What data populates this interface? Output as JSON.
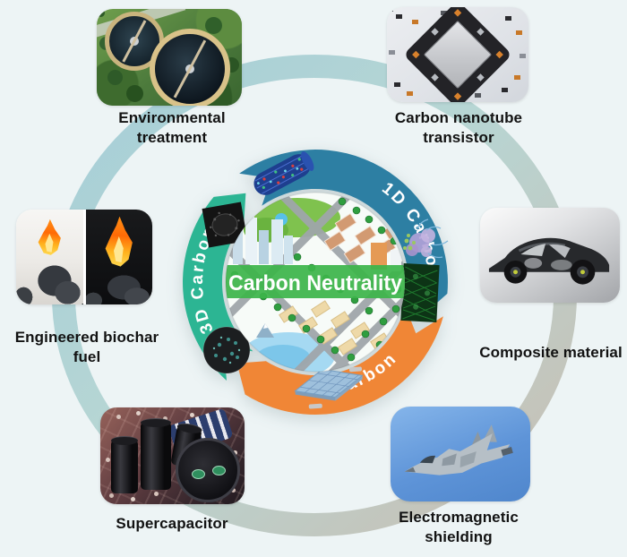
{
  "figure": {
    "background_color": "#edf4f5",
    "center": {
      "title": "Carbon Neutrality",
      "banner_color": "#3cb54a",
      "illustration": "isometric-green-city"
    },
    "cycle": [
      {
        "label": "1D Carbon",
        "color": "#2d7fa3",
        "decorations": [
          "carbon-nanotube-render",
          "nanotube-bundle"
        ]
      },
      {
        "label": "2D Carbon",
        "color": "#f08636",
        "decorations": [
          "graphene-mesh",
          "graphene-sheet"
        ]
      },
      {
        "label": "3D Carbon",
        "color": "#2cb593",
        "decorations": [
          "porous-carbon-sem",
          "porous-carbon-sphere"
        ]
      }
    ],
    "ring": {
      "start_color": "#a4ced8",
      "mid_color": "#b7d6d4",
      "end_color": "#c9beb2"
    },
    "applications": [
      {
        "label": "Environmental treatment",
        "image": "aerial-water-treatment-plant"
      },
      {
        "label": "Carbon nanotube transistor",
        "image": "processor-chip-on-circuit-board"
      },
      {
        "label": "Engineered biochar fuel",
        "image": "burning-charcoal-two-panels"
      },
      {
        "label": "Composite material",
        "image": "carbon-fiber-car-chassis"
      },
      {
        "label": "Supercapacitor",
        "image": "capacitors-on-circuit-board"
      },
      {
        "label": "Electromagnetic shielding",
        "image": "fighter-jet-in-blue-sky"
      }
    ]
  }
}
